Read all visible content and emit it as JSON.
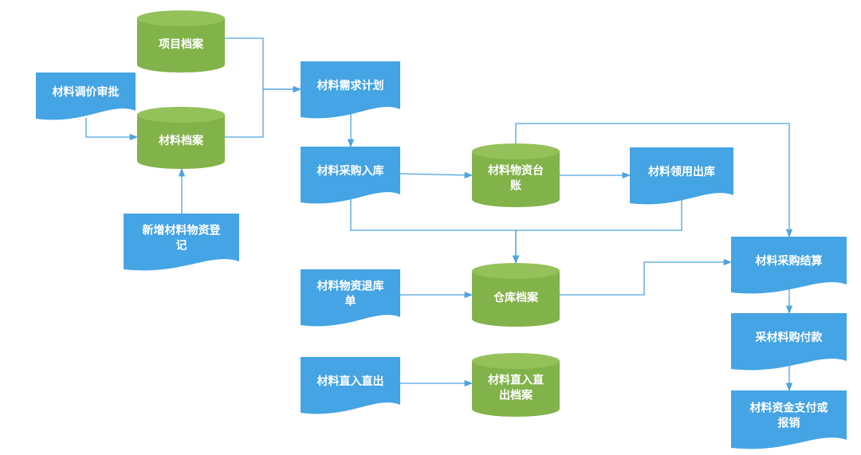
{
  "nodes": [
    {
      "id": "project_archive",
      "shape": "database",
      "lines": [
        "项目档案"
      ]
    },
    {
      "id": "price_adjust_approval",
      "shape": "document",
      "lines": [
        "材料调价审批"
      ]
    },
    {
      "id": "material_archive",
      "shape": "database",
      "lines": [
        "材料档案"
      ]
    },
    {
      "id": "new_material_registration",
      "shape": "document",
      "lines": [
        "新增材料物资登",
        "记"
      ]
    },
    {
      "id": "material_demand_plan",
      "shape": "document",
      "lines": [
        "材料需求计划"
      ]
    },
    {
      "id": "material_purchase_in",
      "shape": "document",
      "lines": [
        "材料采购入库"
      ]
    },
    {
      "id": "material_ledger",
      "shape": "database",
      "lines": [
        "材料物资台",
        "账"
      ]
    },
    {
      "id": "material_issue_out",
      "shape": "document",
      "lines": [
        "材料领用出库"
      ]
    },
    {
      "id": "material_return_note",
      "shape": "document",
      "lines": [
        "材料物资退库",
        "单"
      ]
    },
    {
      "id": "warehouse_archive",
      "shape": "database",
      "lines": [
        "仓库档案"
      ]
    },
    {
      "id": "purchase_settlement",
      "shape": "document",
      "lines": [
        "材料采购结算"
      ]
    },
    {
      "id": "purchase_payment",
      "shape": "document",
      "lines": [
        "采材料购付款"
      ]
    },
    {
      "id": "fund_payment",
      "shape": "document",
      "lines": [
        "材料资金支付或",
        "报销"
      ]
    },
    {
      "id": "direct_in_out",
      "shape": "document",
      "lines": [
        "材料直入直出"
      ]
    },
    {
      "id": "direct_archive",
      "shape": "database",
      "lines": [
        "材料直入直",
        "出档案"
      ]
    }
  ],
  "edges": [
    {
      "from": "project_archive",
      "to": "material_demand_plan"
    },
    {
      "from": "material_archive",
      "to": "material_demand_plan"
    },
    {
      "from": "price_adjust_approval",
      "to": "material_archive"
    },
    {
      "from": "new_material_registration",
      "to": "material_archive"
    },
    {
      "from": "material_demand_plan",
      "to": "material_purchase_in"
    },
    {
      "from": "material_purchase_in",
      "to": "material_ledger"
    },
    {
      "from": "material_ledger",
      "to": "material_issue_out"
    },
    {
      "from": "material_ledger",
      "to": "purchase_settlement"
    },
    {
      "from": "material_purchase_in",
      "to": "warehouse_archive"
    },
    {
      "from": "material_issue_out",
      "to": "warehouse_archive"
    },
    {
      "from": "material_return_note",
      "to": "warehouse_archive"
    },
    {
      "from": "warehouse_archive",
      "to": "purchase_settlement"
    },
    {
      "from": "purchase_settlement",
      "to": "purchase_payment"
    },
    {
      "from": "purchase_payment",
      "to": "fund_payment"
    },
    {
      "from": "direct_in_out",
      "to": "direct_archive"
    }
  ],
  "colors": {
    "document": "#44a4e4",
    "database": "#82b24a",
    "database_top": "#95c15b",
    "edge": "#4da3dd",
    "text": "#ffffff"
  }
}
